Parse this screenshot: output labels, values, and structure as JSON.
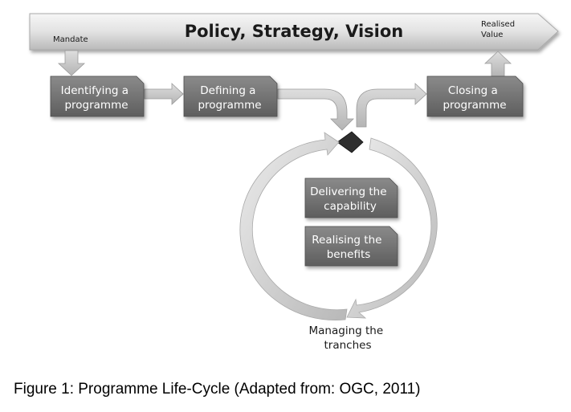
{
  "banner": {
    "title": "Policy, Strategy, Vision"
  },
  "labels": {
    "mandate": "Mandate",
    "realised_value": [
      "Realised",
      "Value"
    ],
    "managing_tranches": [
      "Managing the",
      "tranches"
    ]
  },
  "boxes": {
    "identifying": [
      "Identifying a",
      "programme"
    ],
    "defining": [
      "Defining a",
      "programme"
    ],
    "closing": [
      "Closing a",
      "programme"
    ],
    "delivering": [
      "Delivering the",
      "capability"
    ],
    "realising": [
      "Realising the",
      "benefits"
    ]
  },
  "caption": "Figure 1: Programme Life-Cycle (Adapted from: OGC, 2011)",
  "colors": {
    "box_fill": "#6e6e6e",
    "banner_fill": "#dcdcdc",
    "arrow_fill": "#c4c4c4",
    "text_light": "#ffffff",
    "text_dark": "#1a1a1a"
  }
}
